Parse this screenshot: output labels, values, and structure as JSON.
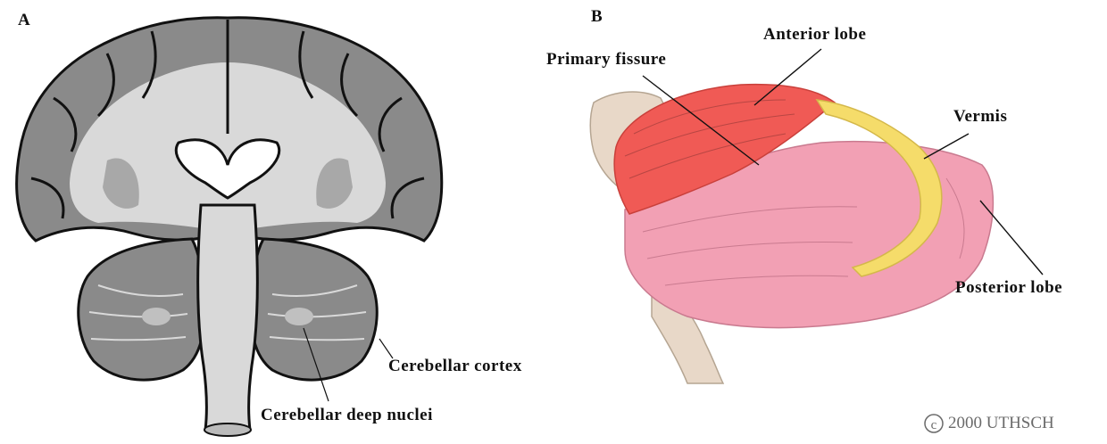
{
  "panel_a": {
    "letter": "A",
    "labels": {
      "cerebellar_cortex": "Cerebellar cortex",
      "cerebellar_deep_nuclei": "Cerebellar deep nuclei"
    }
  },
  "panel_b": {
    "letter": "B",
    "labels": {
      "primary_fissure": "Primary fissure",
      "anterior_lobe": "Anterior lobe",
      "vermis": "Vermis",
      "posterior_lobe": "Posterior lobe"
    }
  },
  "copyright": "2000 UTHSCH",
  "colors": {
    "gray_matter": "#8a8a8a",
    "white_matter": "#d9d9d9",
    "outline": "#111111",
    "anterior_lobe": "#f05a55",
    "posterior_lobe": "#f2a0b4",
    "vermis": "#f5dc6a",
    "brainstem": "#e8d8c8"
  }
}
